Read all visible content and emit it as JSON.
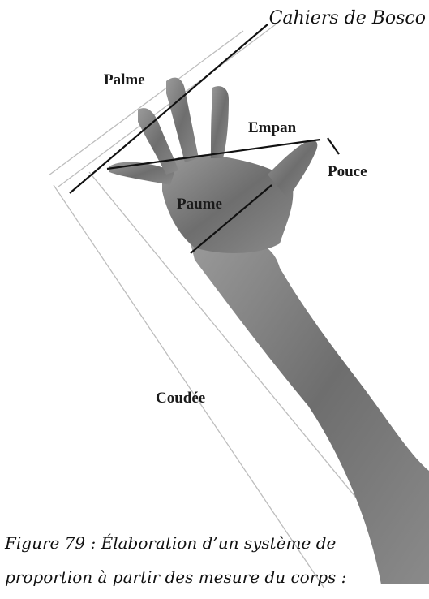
{
  "source_label": "Cahiers de Bosco",
  "labels": {
    "palme": "Palme",
    "empan": "Empan",
    "pouce": "Pouce",
    "paume": "Paume",
    "coudee": "Coudée"
  },
  "caption": {
    "line1": "Figure 79 : Élaboration d’un système de",
    "line2": "proportion à partir des mesure du corps :"
  }
}
